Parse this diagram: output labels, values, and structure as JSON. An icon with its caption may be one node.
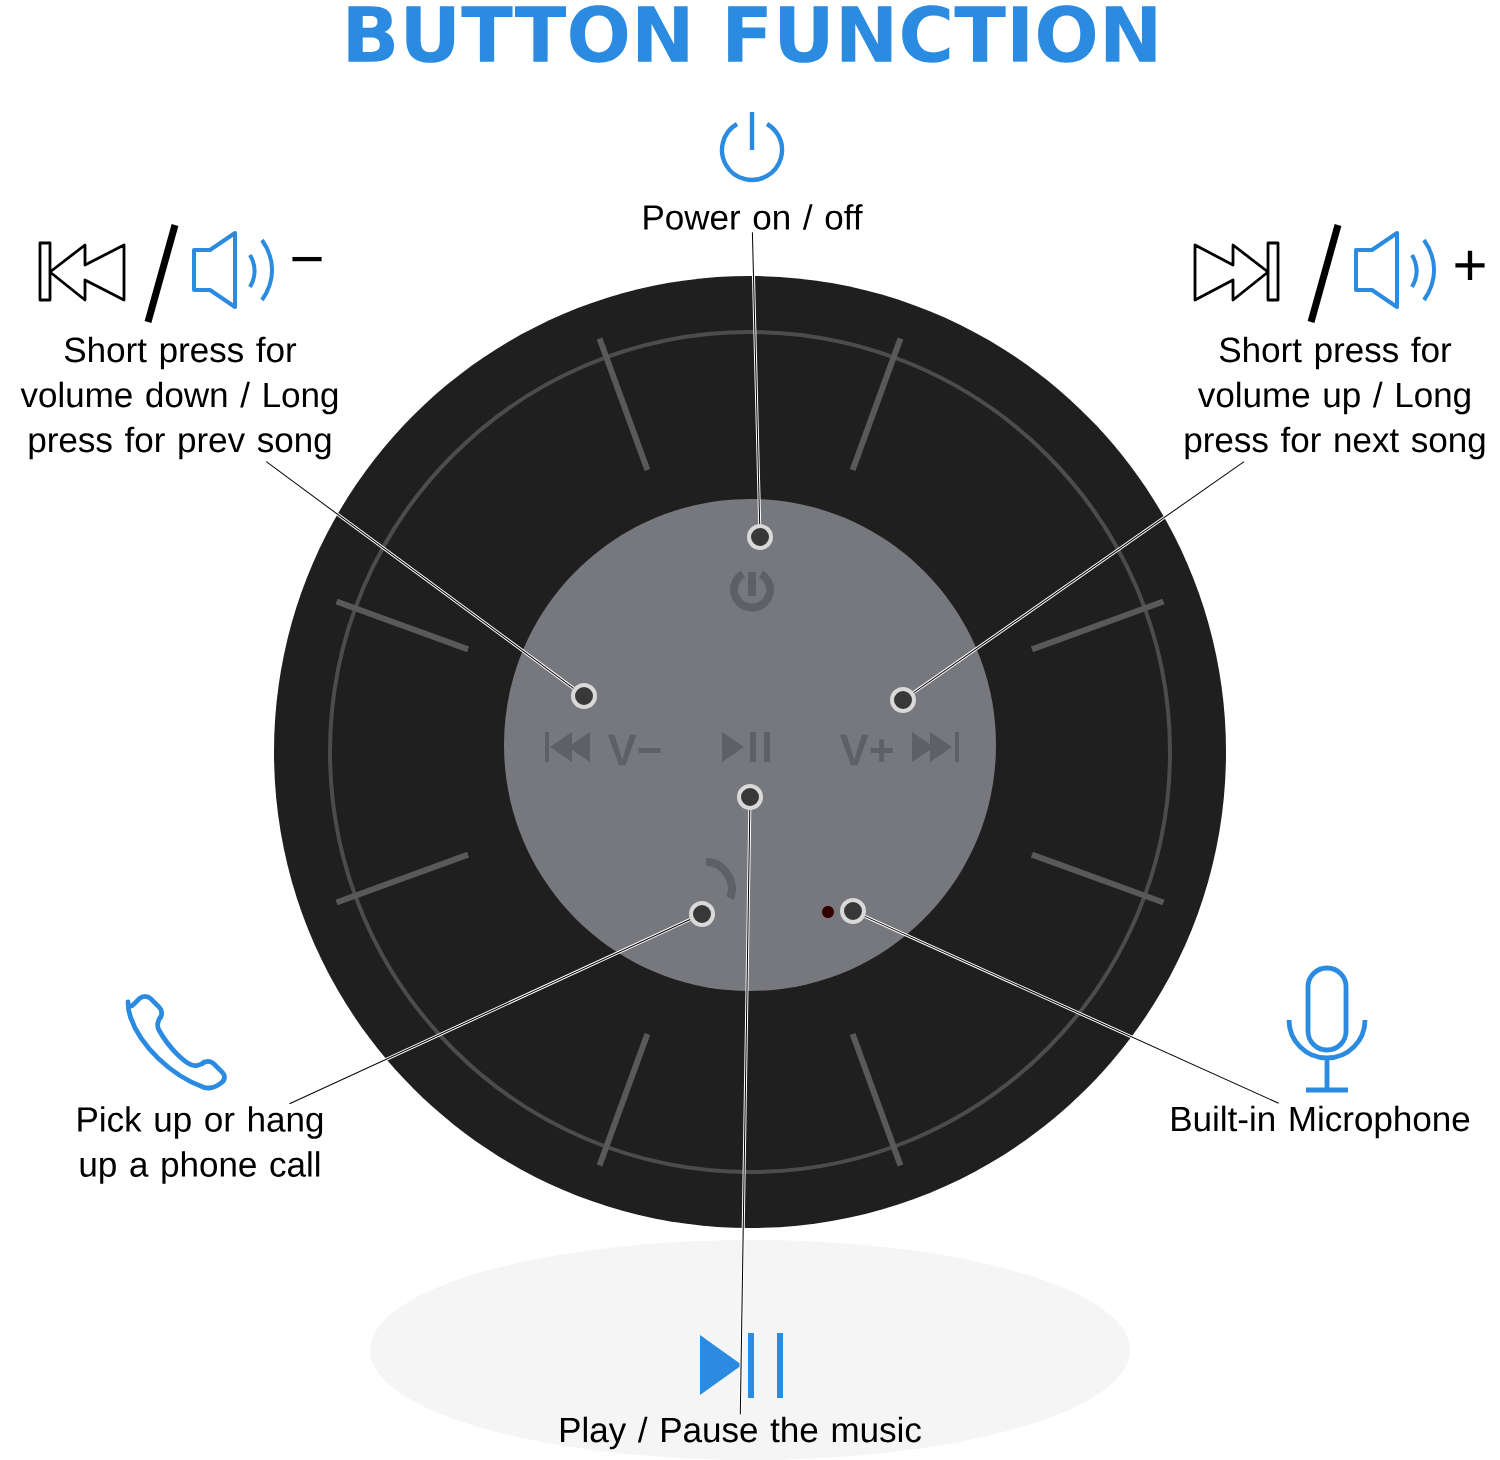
{
  "diagram": {
    "title": "BUTTON FUNCTION",
    "nodes": [
      {
        "text": [
          "Power on / off"
        ]
      },
      {
        "text": [
          "Short press for volume down / Long press for prev song"
        ]
      },
      {
        "text": [
          "Short press for volume up / Long press for next song"
        ]
      },
      {
        "text": [
          "Pick up or hang up a phone call"
        ]
      },
      {
        "text": [
          "Built-in Microphone"
        ]
      },
      {
        "text": [
          "Play / Pause the music"
        ]
      },
      {
        "text": [],
        "shape": "circle"
      },
      {
        "text": [],
        "shape": "circle"
      },
      {
        "text": [],
        "shape": "circle"
      },
      {
        "text": [],
        "shape": "circle"
      },
      {
        "text": [],
        "shape": "circle"
      },
      {
        "text": [],
        "shape": "circle"
      }
    ],
    "edges": [
      {
        "from": 0,
        "to": 6,
        "arrow": "none"
      },
      {
        "from": 1,
        "to": 7,
        "arrow": "none"
      },
      {
        "from": 2,
        "to": 8,
        "arrow": "none"
      },
      {
        "from": 3,
        "to": 10,
        "arrow": "none"
      },
      {
        "from": 4,
        "to": 11,
        "arrow": "none"
      },
      {
        "from": 5,
        "to": 9,
        "arrow": "none"
      }
    ],
    "labels": [
      "−",
      "+",
      "V−",
      "V+"
    ]
  }
}
